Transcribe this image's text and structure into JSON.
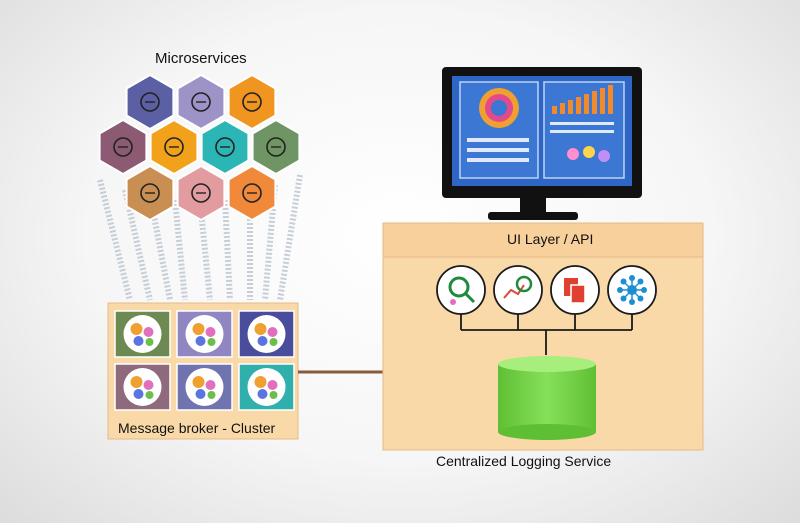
{
  "diagram": {
    "microservices_title": "Microservices",
    "broker_label": "Message broker - Cluster",
    "ui_layer_label": "UI Layer / API",
    "logging_label": "Centralized Logging Service"
  },
  "hexagons": [
    {
      "icon": "lightbulb-icon",
      "color": "#5b5fa3"
    },
    {
      "icon": "cloud-download-icon",
      "color": "#9d93c6"
    },
    {
      "icon": "smartphone-icon",
      "color": "#f0951f"
    },
    {
      "icon": "globe-icon",
      "color": "#8c5a73"
    },
    {
      "icon": "desk-lamp-icon",
      "color": "#f2a21a"
    },
    {
      "icon": "hourglass-icon",
      "color": "#2cb5b5"
    },
    {
      "icon": "user-icon",
      "color": "#6f9565"
    },
    {
      "icon": "document-icon",
      "color": "#c98f52"
    },
    {
      "icon": "camera-icon",
      "color": "#e29ca0"
    },
    {
      "icon": "lock-icon",
      "color": "#f08a3a"
    }
  ],
  "broker_tiles": [
    {
      "icon": "gears-icon",
      "color": "#6c8a52"
    },
    {
      "icon": "gears-icon",
      "color": "#8f86c2"
    },
    {
      "icon": "gears-icon",
      "color": "#4a4c9c"
    },
    {
      "icon": "gears-icon",
      "color": "#8f6a7c"
    },
    {
      "icon": "gears-icon",
      "color": "#6f74b0"
    },
    {
      "icon": "gears-icon",
      "color": "#2fb0ad"
    }
  ],
  "api_icons": [
    {
      "icon": "magnifier-gears-icon"
    },
    {
      "icon": "chart-magnifier-icon"
    },
    {
      "icon": "documents-icon"
    },
    {
      "icon": "network-icon"
    }
  ],
  "colors": {
    "panel": "#f9d9a8",
    "panel_border": "#e9b989",
    "connector": "#8a5a3a",
    "database": "#77d64a",
    "monitor_screen": "#2e66c6"
  }
}
